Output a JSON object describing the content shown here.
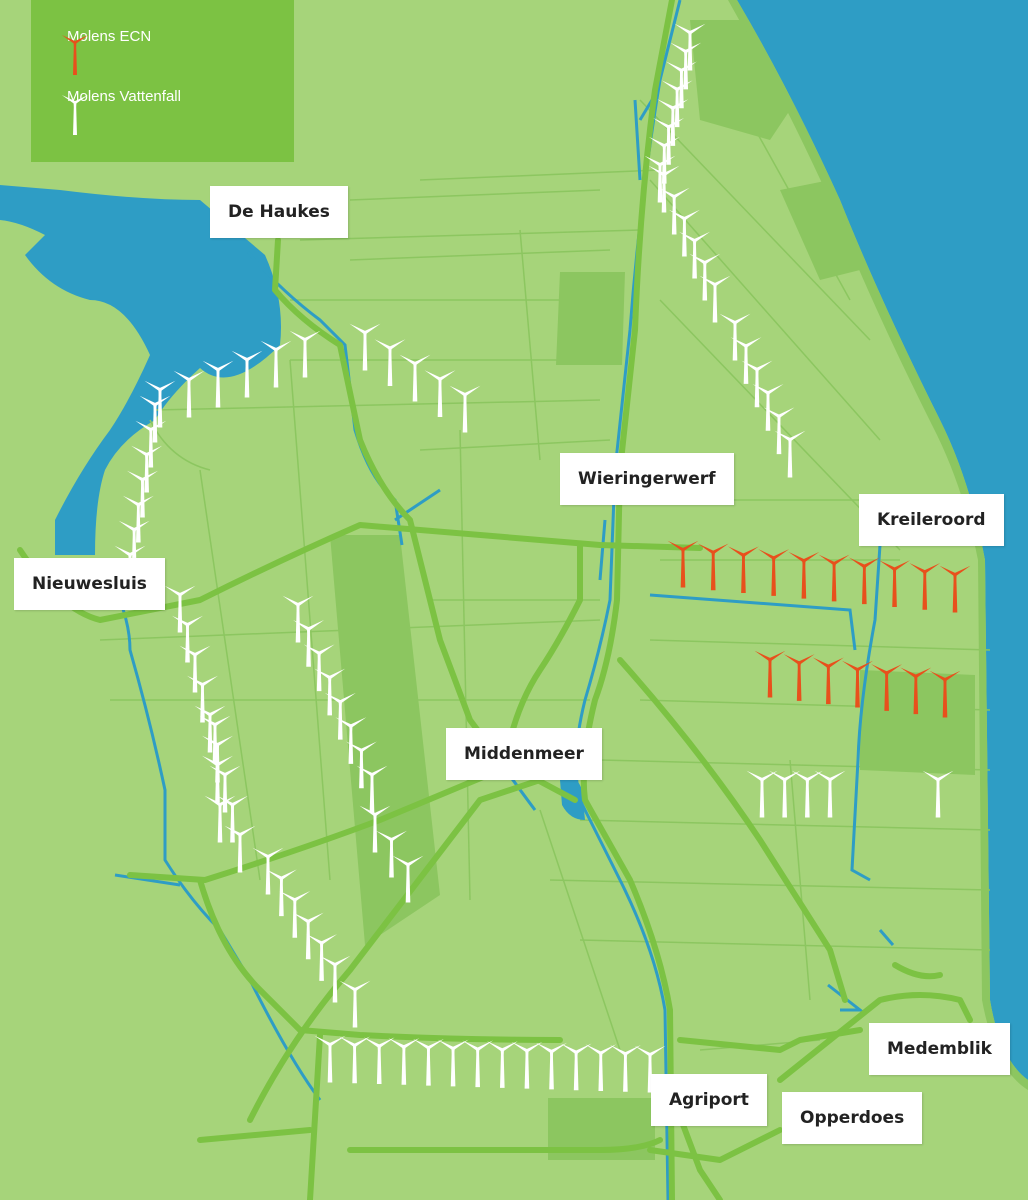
{
  "legend": {
    "items": [
      {
        "label": "Molens ECN",
        "color": "#e8501c",
        "icon": "wind-turbine-icon"
      },
      {
        "label": "Molens Vattenfall",
        "color": "#ffffff",
        "icon": "wind-turbine-icon"
      }
    ]
  },
  "places": [
    {
      "name": "De Haukes"
    },
    {
      "name": "Wieringerwerf"
    },
    {
      "name": "Kreileroord"
    },
    {
      "name": "Nieuwesluis"
    },
    {
      "name": "Middenmeer"
    },
    {
      "name": "Medemblik"
    },
    {
      "name": "Agriport"
    },
    {
      "name": "Opperdoes"
    }
  ],
  "colors": {
    "land": "#a6d47a",
    "field_dark": "#8cc660",
    "road": "#7cc243",
    "water": "#2e9dc5",
    "ecn_turbine": "#e8501c",
    "vattenfall_turbine": "#ffffff"
  }
}
